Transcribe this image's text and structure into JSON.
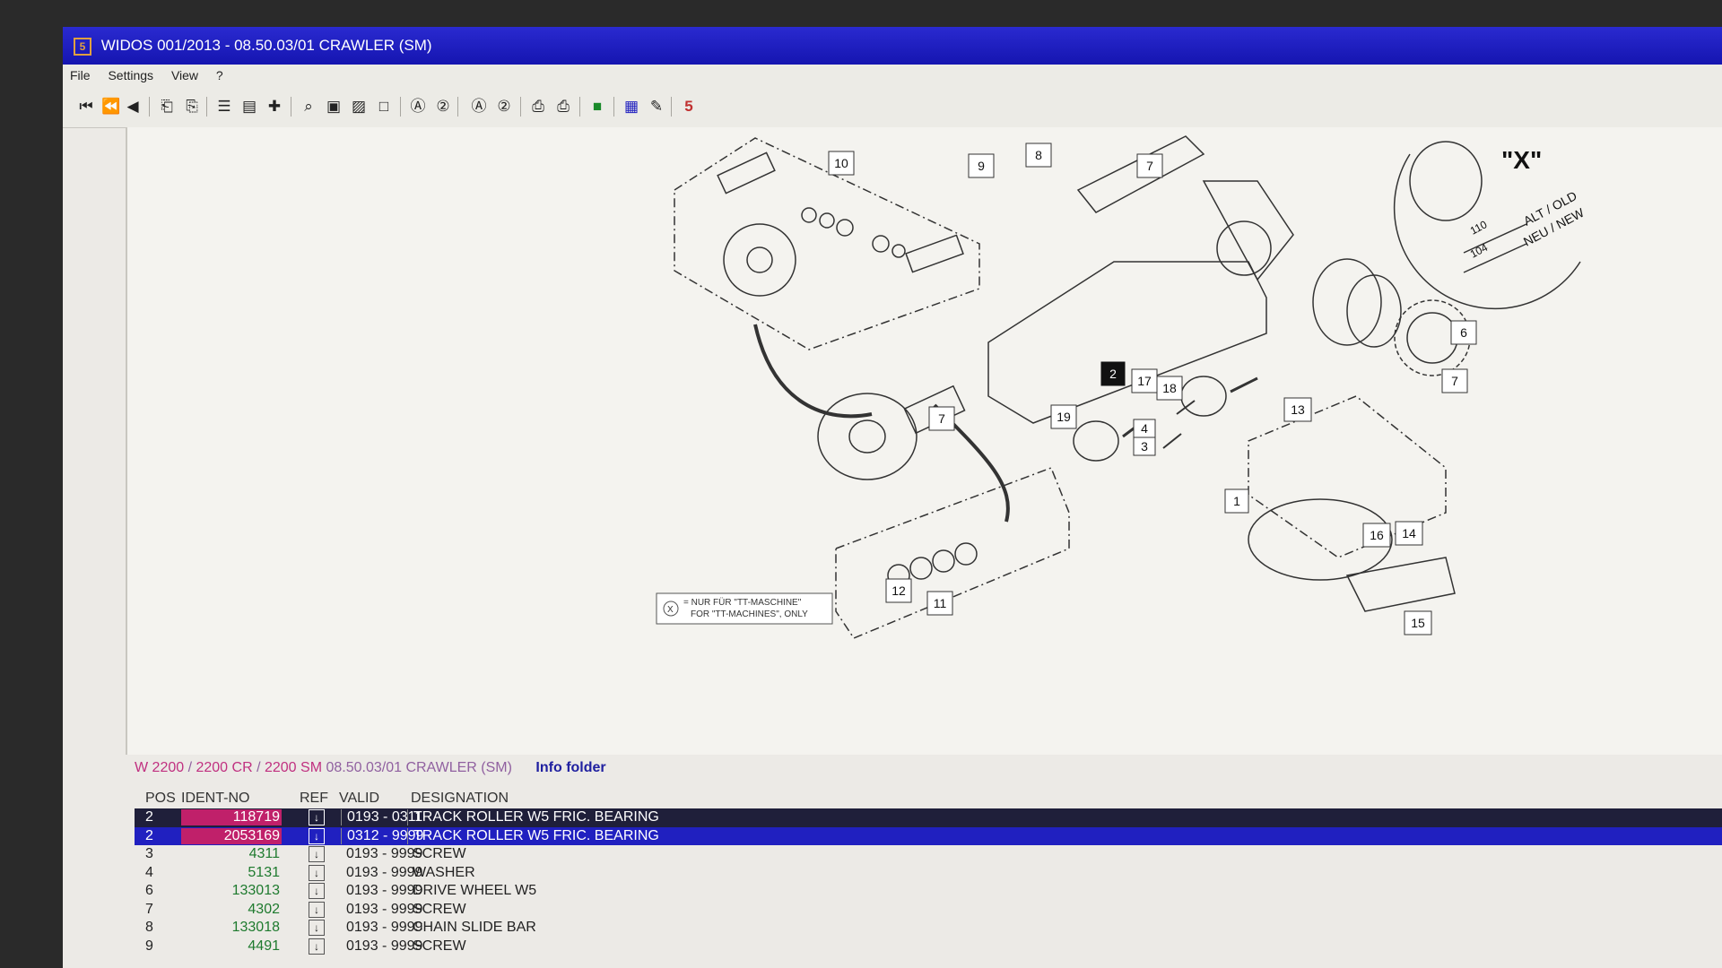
{
  "window": {
    "title": "WIDOS 001/2013 - 08.50.03/01 CRAWLER (SM)",
    "icon_text": "5"
  },
  "menu": [
    "File",
    "Settings",
    "View",
    "?"
  ],
  "toolbar": {
    "icons": [
      "first-icon",
      "rewind-icon",
      "prev-icon",
      "doc-back-icon",
      "doc-forward-icon",
      "list-icon",
      "notes-icon",
      "plus-icon",
      "zoom-icon",
      "page-icon",
      "page-alt-icon",
      "blank-page-icon",
      "circle-a-icon",
      "circle-2-icon",
      "circle-a2-icon",
      "circle-2b-icon",
      "print-icon",
      "print-alt-icon",
      "green-book-icon",
      "blue-grid-icon",
      "eraser-icon",
      "logo-icon"
    ]
  },
  "drawing": {
    "labels": [
      "10",
      "9",
      "8",
      "7",
      "6",
      "7",
      "17",
      "18",
      "19",
      "4",
      "3",
      "7",
      "13",
      "1",
      "16",
      "14",
      "12",
      "11",
      "15",
      "2"
    ],
    "detail": {
      "title": "\"X\"",
      "alt_old": "ALT / OLD",
      "neu_new": "NEU / NEW",
      "dim_old": "110",
      "dim_new": "104"
    },
    "note": {
      "symbol": "X",
      "line1": "= NUR FÜR \"TT-MASCHINE\"",
      "line2": "FOR \"TT-MACHINES\", ONLY"
    }
  },
  "breadcrumb": {
    "part1": "W 2200",
    "sep1": " / ",
    "part2": "2200 CR",
    "sep2": " / ",
    "part3": "2200 SM",
    "rest": " 08.50.03/01 CRAWLER (SM)",
    "info_folder": "Info folder"
  },
  "parts_table": {
    "headers": {
      "pos": "POS",
      "ident": "IDENT-NO",
      "ref": "REF",
      "valid": "VALID",
      "designation": "DESIGNATION"
    },
    "rows": [
      {
        "pos": "2",
        "ident": "118719",
        "ref": "↓",
        "valid": "0193 - 0311",
        "designation": "TRACK ROLLER W5 FRIC. BEARING"
      },
      {
        "pos": "2",
        "ident": "2053169",
        "ref": "↓",
        "valid": "0312 - 9999",
        "designation": "TRACK ROLLER W5 FRIC. BEARING"
      },
      {
        "pos": "3",
        "ident": "4311",
        "ref": "↓",
        "valid": "0193 - 9999",
        "designation": "SCREW"
      },
      {
        "pos": "4",
        "ident": "5131",
        "ref": "↓",
        "valid": "0193 - 9999",
        "designation": "WASHER"
      },
      {
        "pos": "6",
        "ident": "133013",
        "ref": "↓",
        "valid": "0193 - 9999",
        "designation": "DRIVE WHEEL W5"
      },
      {
        "pos": "7",
        "ident": "4302",
        "ref": "↓",
        "valid": "0193 - 9999",
        "designation": "SCREW"
      },
      {
        "pos": "8",
        "ident": "133018",
        "ref": "↓",
        "valid": "0193 - 9999",
        "designation": "CHAIN SLIDE BAR"
      },
      {
        "pos": "9",
        "ident": "4491",
        "ref": "↓",
        "valid": "0193 - 9999",
        "designation": "SCREW"
      }
    ]
  },
  "colors": {
    "titlebar": "#1a1ac0",
    "selection_blue": "#2020c0",
    "selection_dark": "#1f1f3a",
    "ident_highlight": "#c0206a",
    "ident_green": "#1e7a2e",
    "breadcrumb": "#c03080",
    "info_folder": "#2020a0"
  }
}
